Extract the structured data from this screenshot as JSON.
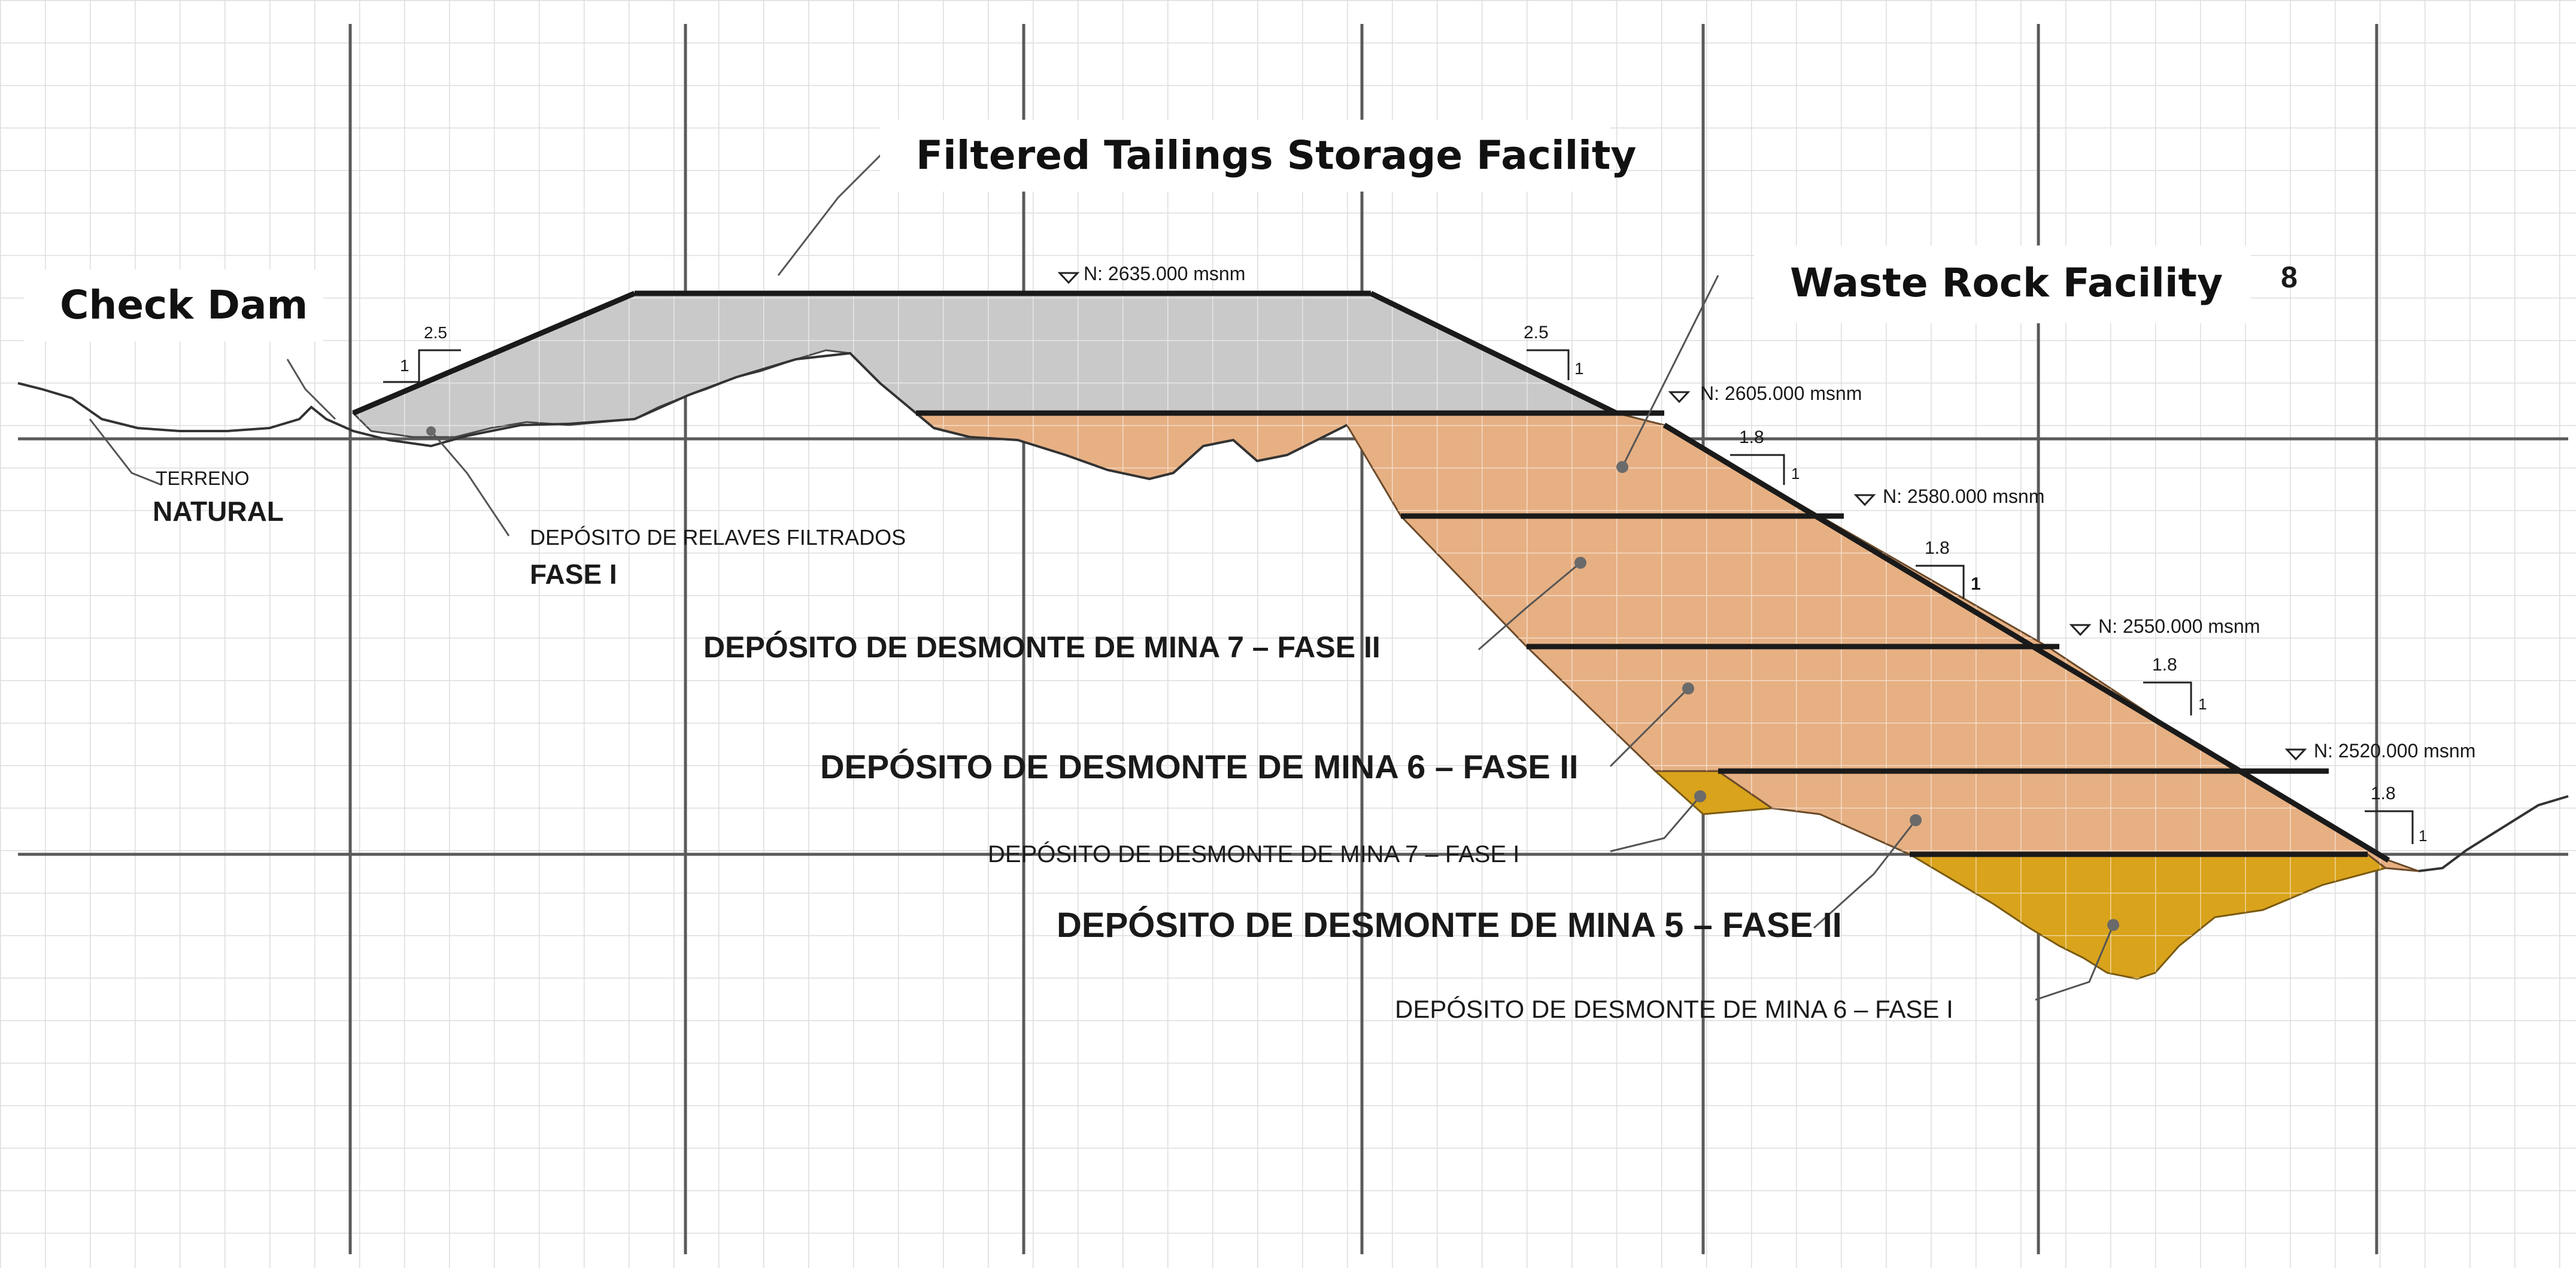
{
  "titles": {
    "filtered_tailings": "Filtered Tailings Storage Facility",
    "waste_rock": "Waste Rock Facility",
    "check_dam": "Check Dam",
    "figure_number": "8"
  },
  "terrain_label": {
    "line1": "TERRENO",
    "line2": "NATURAL"
  },
  "deposit_labels": {
    "relaves_line1": "DEPÓSITO DE RELAVES FILTRADOS",
    "relaves_line2": "FASE I",
    "dm7_fase2": "DEPÓSITO DE DESMONTE DE MINA 7 – FASE II",
    "dm6_fase2": "DEPÓSITO DE DESMONTE DE MINA 6 – FASE II",
    "dm7_fase1": "DEPÓSITO DE DESMONTE DE MINA 7 – FASE I",
    "dm5_fase2": "DEPÓSITO DE DESMONTE DE MINA 5 – FASE II",
    "dm6_fase1": "DEPÓSITO DE DESMONTE DE MINA 6 – FASE I"
  },
  "elevations": {
    "e2635": "N: 2635.000 msnm",
    "e2605": "N: 2605.000 msnm",
    "e2580": "N: 2580.000 msnm",
    "e2550": "N: 2550.000 msnm",
    "e2520": "N: 2520.000 msnm"
  },
  "slopes": {
    "tsf_ratio": "2.5",
    "wrf_ratio": "1.8",
    "unit": "1"
  },
  "colors": {
    "tailings_fill": "#c9c9c9",
    "waste_rock_fill": "#e6b083",
    "phase1_fill": "#d9a31c",
    "grid_minor": "#dcdcdc",
    "grid_major": "#5a5a5a"
  }
}
